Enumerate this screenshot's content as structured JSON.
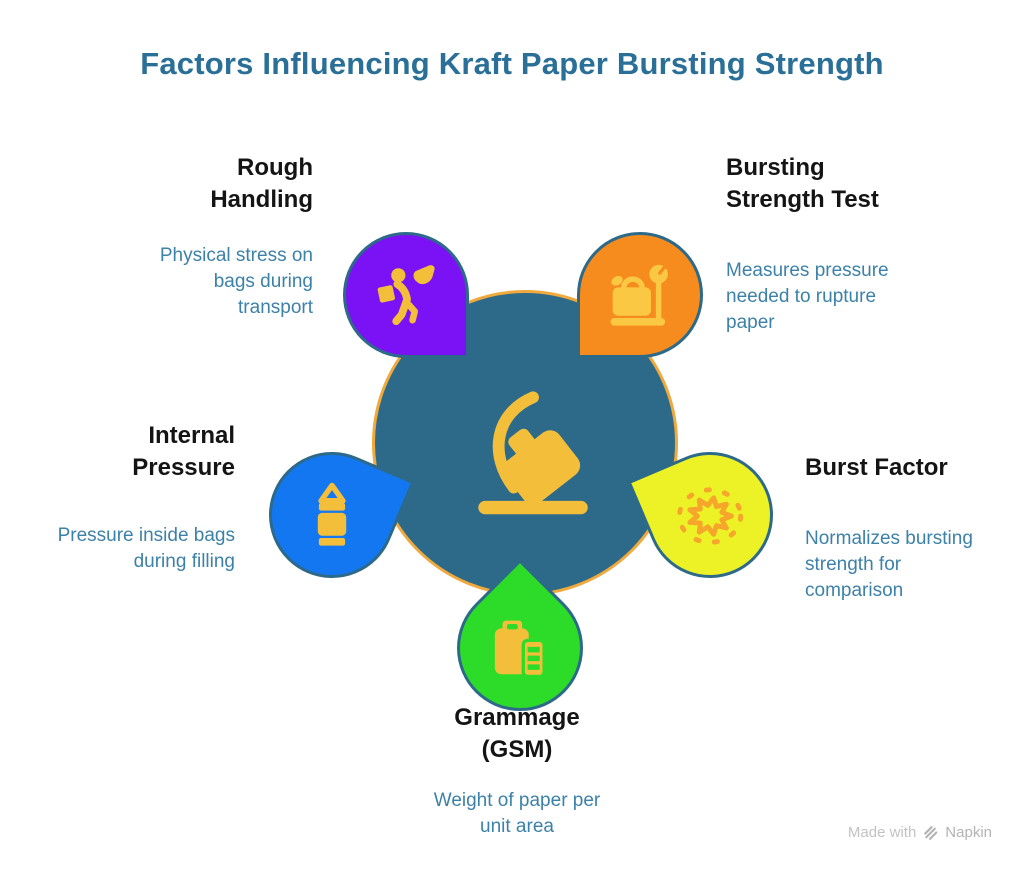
{
  "title": {
    "text": "Factors Influencing Kraft Paper Bursting Strength",
    "color": "#2A6F97"
  },
  "center": {
    "icon": "bursting-bag-icon",
    "fill_color": "#2D6A8A",
    "ring_color": "#F0A93C",
    "icon_color": "#F3BE39"
  },
  "nodes": [
    {
      "id": "rough-handling",
      "label": "Rough\nHandling",
      "description": "Physical stress on\nbags during\ntransport",
      "petal_color": "#7B12F5",
      "icon": "porter-carrying-bag-icon",
      "icon_color": "#F3BE39",
      "position": "top-left"
    },
    {
      "id": "bursting-strength-test",
      "label": "Bursting\nStrength Test",
      "description": "Measures pressure\nneeded to rupture\npaper",
      "petal_color": "#F78C1E",
      "icon": "weighing-scale-gauge-icon",
      "icon_color": "#FBC843",
      "position": "top-right"
    },
    {
      "id": "internal-pressure",
      "label": "Internal\nPressure",
      "description": "Pressure inside bags\nduring filling",
      "petal_color": "#1377F2",
      "icon": "pressure-canister-icon",
      "icon_color": "#F3BE39",
      "position": "left"
    },
    {
      "id": "burst-factor",
      "label": "Burst Factor",
      "description": "Normalizes bursting\nstrength for\ncomparison",
      "petal_color": "#EDF226",
      "icon": "burst-splat-icon",
      "icon_color": "#F5A62B",
      "position": "right"
    },
    {
      "id": "grammage-gsm",
      "label": "Grammage\n(GSM)",
      "description": "Weight of paper per\nunit area",
      "petal_color": "#2CDC28",
      "icon": "clipboard-checklist-icon",
      "icon_color": "#F3BE39",
      "position": "bottom"
    }
  ],
  "text_colors": {
    "heading": "#141414",
    "description": "#3C81A8"
  },
  "watermark": {
    "prefix": "Made with",
    "brand": "Napkin",
    "color": "#C2C2C2"
  }
}
